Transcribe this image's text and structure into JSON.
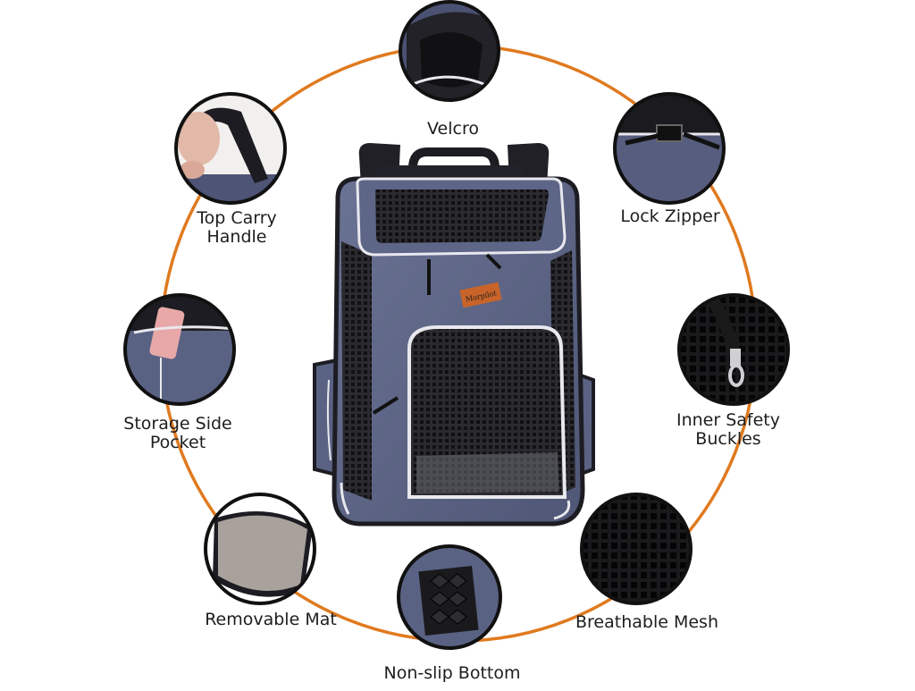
{
  "colors": {
    "ring": "#e07a1f",
    "bag_fabric": "#5e6687",
    "bag_dark": "#1c1c22",
    "piping": "#e8e8ee",
    "mesh": "#2b2b30",
    "brand_patch": "#c8642a"
  },
  "brand_patch_text": "Morpilot",
  "features": {
    "velcro": "Velcro",
    "top_carry_handle": [
      "Top Carry",
      "Handle"
    ],
    "lock_zipper": "Lock Zipper",
    "storage_side_pocket": [
      "Storage Side",
      "Pocket"
    ],
    "inner_safety_buckles": [
      "Inner Safety",
      "Buckles"
    ],
    "removable_mat": "Removable Mat",
    "breathable_mesh": "Breathable Mesh",
    "non_slip_bottom": "Non-slip Bottom"
  }
}
